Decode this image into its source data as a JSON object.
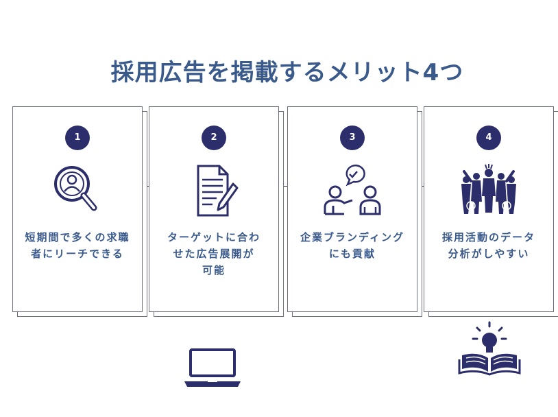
{
  "title": "採用広告を掲載するメリット4つ",
  "colors": {
    "title": "#3a5a8c",
    "navy": "#2b2e6a",
    "label": "#3a5a8c"
  },
  "cards": [
    {
      "number": "1",
      "icon": "magnifier-person-icon",
      "label_lines": [
        "短期間で多くの求職",
        "者にリーチできる"
      ]
    },
    {
      "number": "2",
      "icon": "document-pen-icon",
      "label_lines": [
        "ターゲットに合わ",
        "せた広告展開が",
        "可能"
      ]
    },
    {
      "number": "3",
      "icon": "people-conversation-icon",
      "label_lines": [
        "企業ブランディング",
        "にも貢献"
      ]
    },
    {
      "number": "4",
      "icon": "group-people-icon",
      "label_lines": [
        "採用活動のデータ",
        "分析がしやすい"
      ]
    }
  ],
  "decorations": [
    "laptop-icon",
    "book-lightbulb-icon"
  ]
}
